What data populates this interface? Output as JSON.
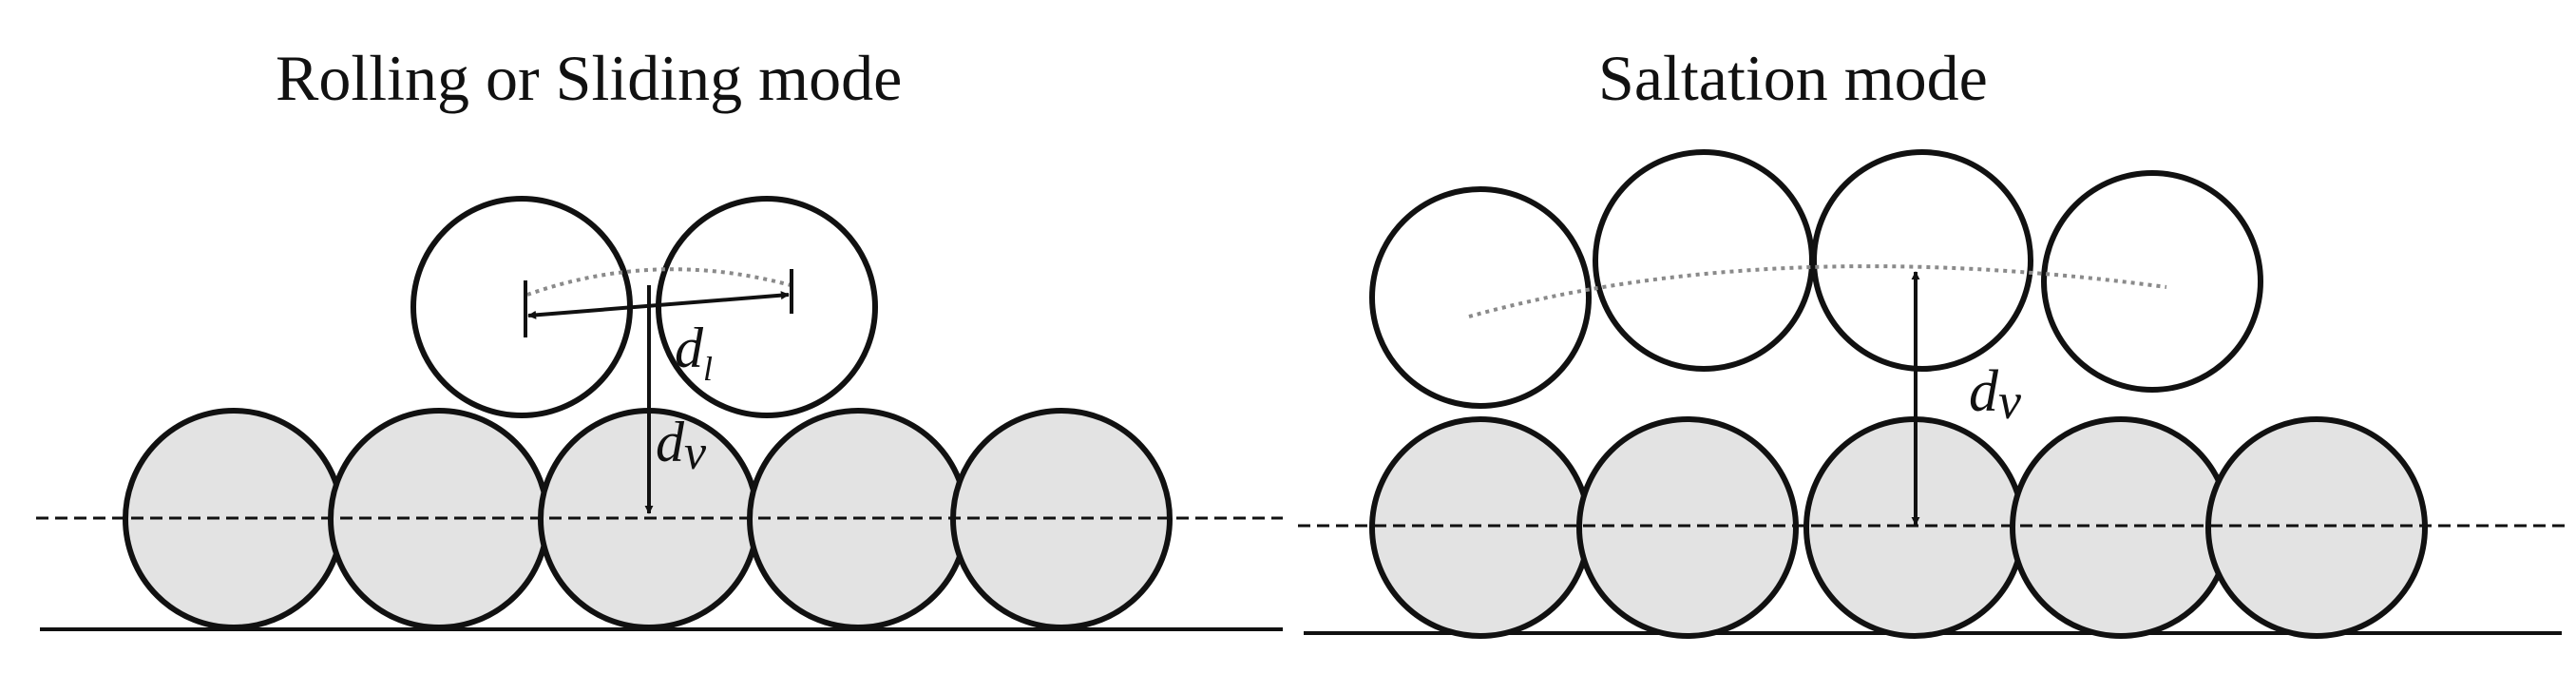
{
  "panels": {
    "left": {
      "title": "Rolling or Sliding mode",
      "labels": {
        "lateral_main": "d",
        "lateral_sub": "l",
        "vertical_main": "d",
        "vertical_sub": "v"
      }
    },
    "right": {
      "title": "Saltation mode",
      "labels": {
        "vertical_main": "d",
        "vertical_sub": "v"
      }
    }
  },
  "colors": {
    "stroke": "#111111",
    "bed_particle_fill": "#e3e3e3",
    "moving_particle_fill": "#ffffff",
    "trajectory": "#8a8a8a"
  }
}
